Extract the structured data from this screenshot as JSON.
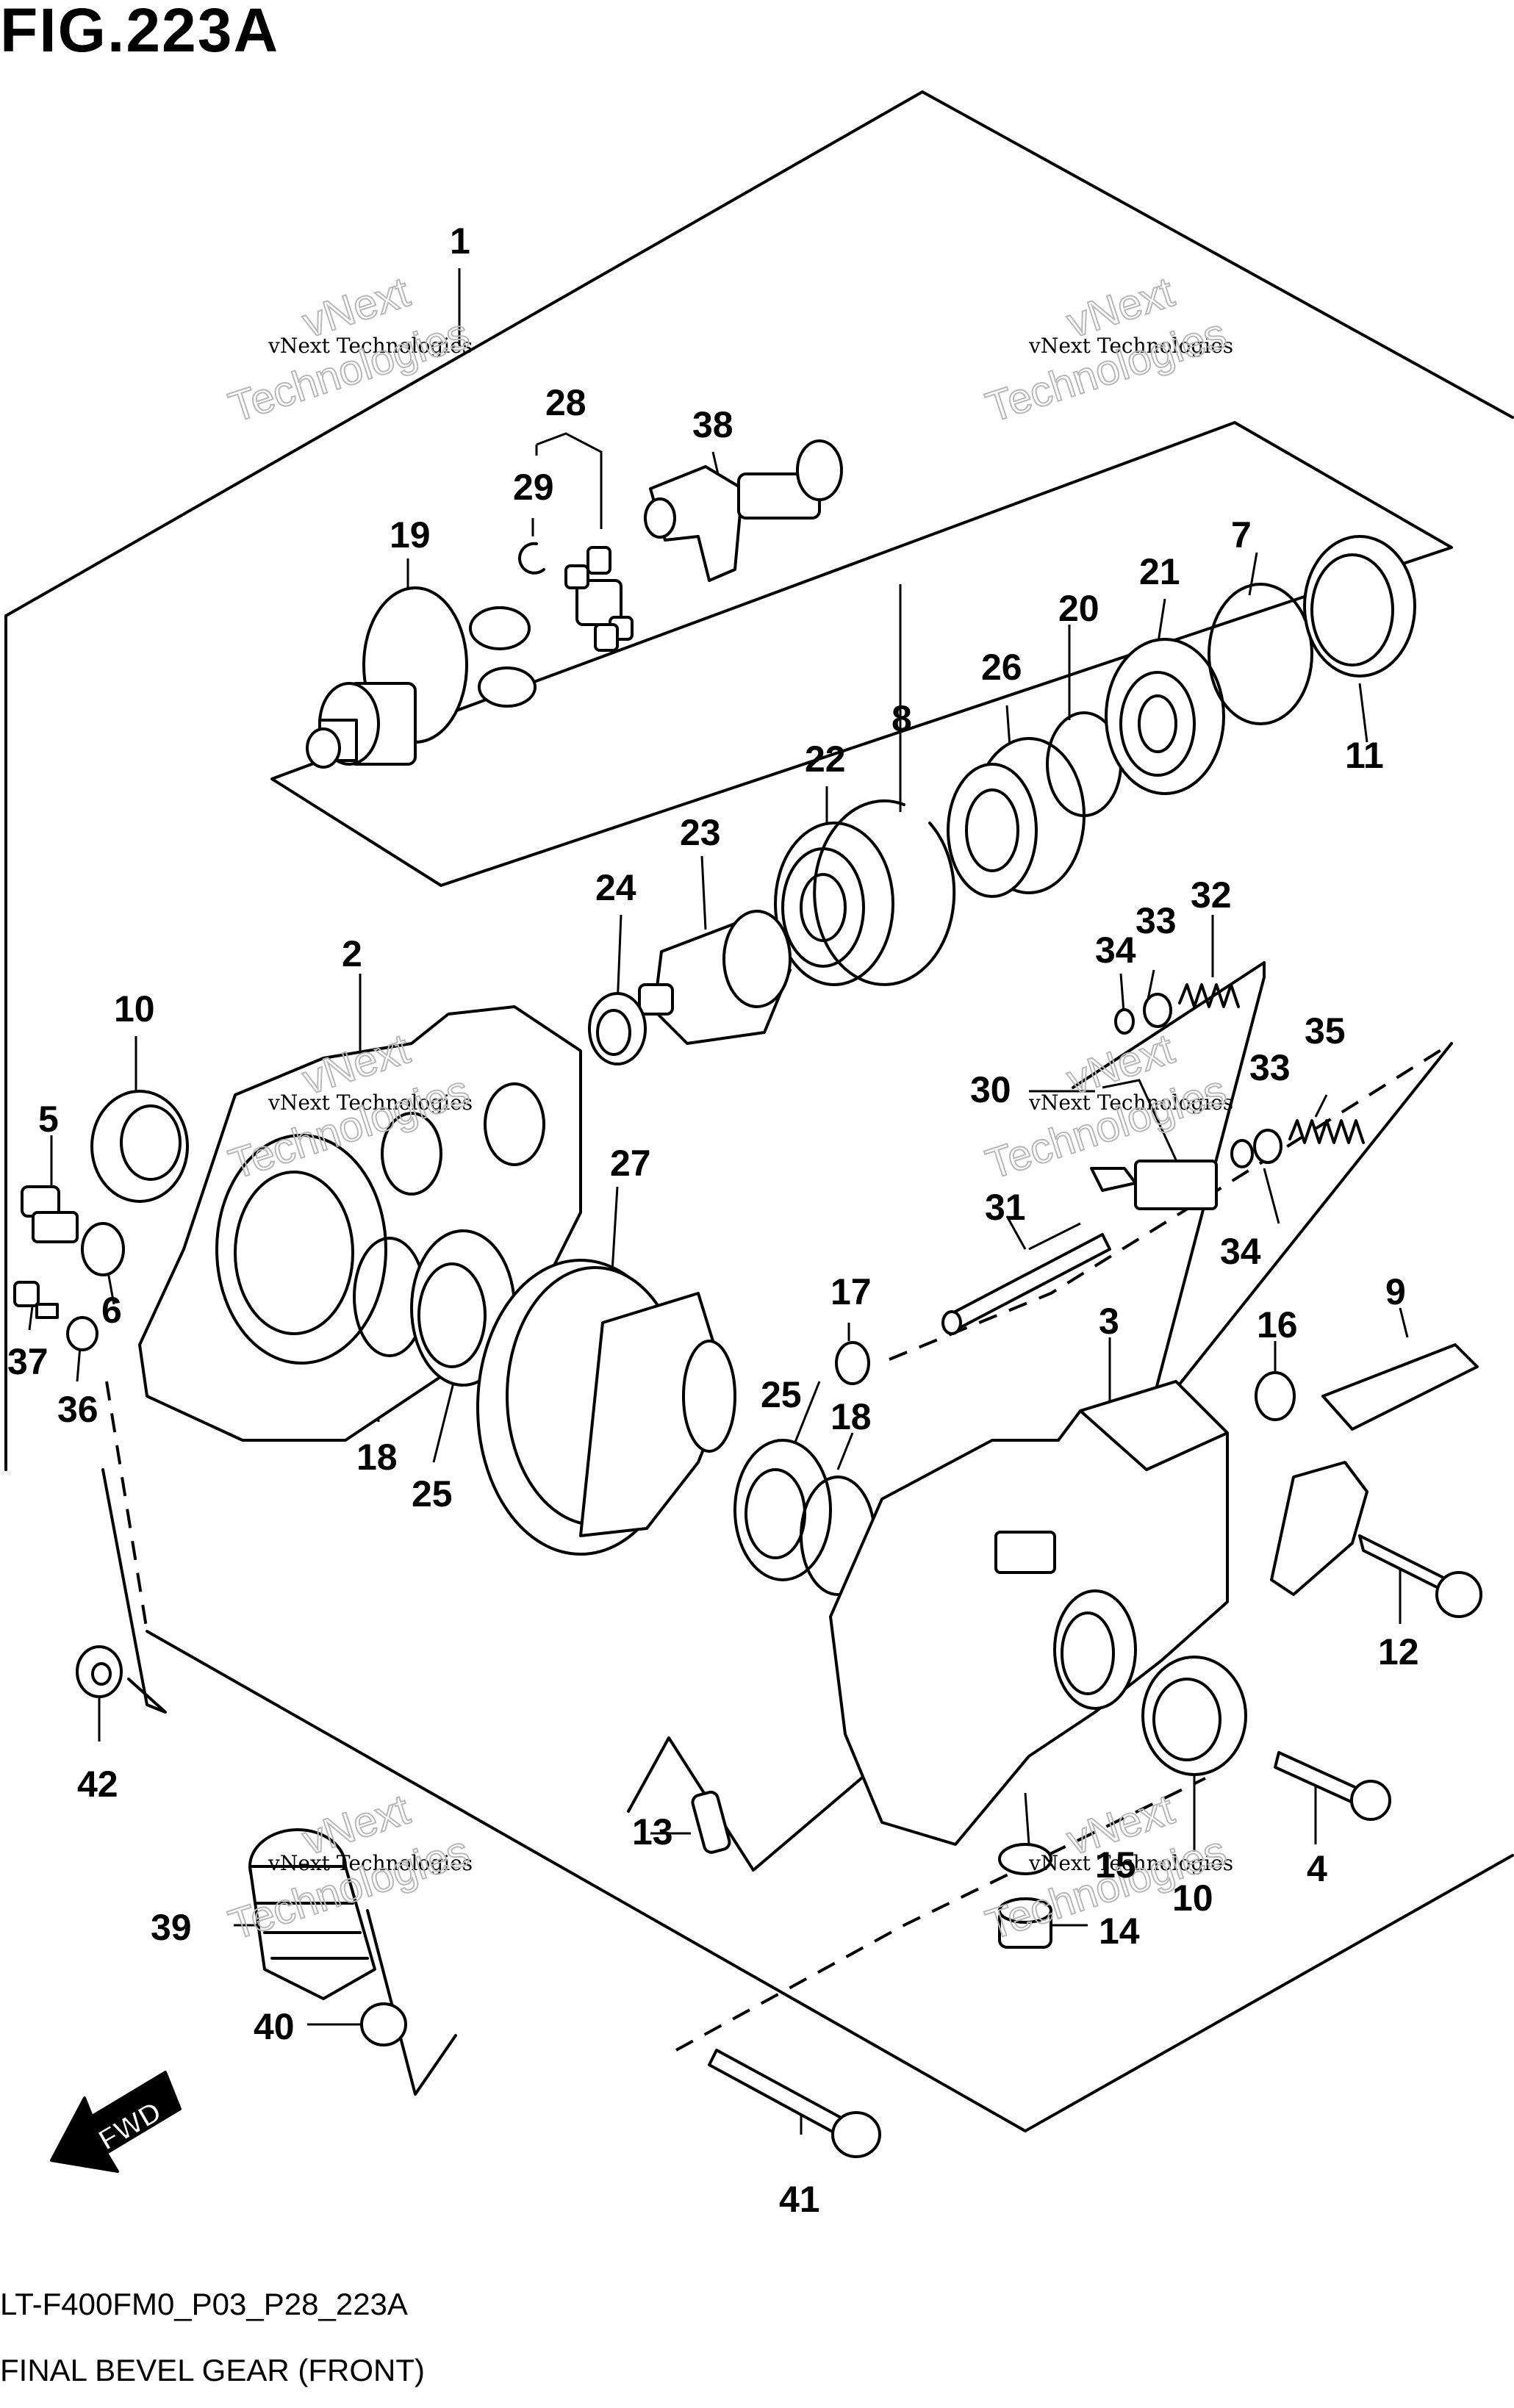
{
  "figure": {
    "title": "FIG.223A",
    "code": "LT-F400FM0_P03_P28_223A",
    "name": "FINAL BEVEL GEAR (FRONT)"
  },
  "watermark": {
    "line1": "vNext Technologies",
    "line2": "vNext",
    "line3": "Technologies"
  },
  "fwd_label": "FWD",
  "callouts": [
    "1",
    "2",
    "3",
    "4",
    "5",
    "6",
    "7",
    "8",
    "9",
    "10",
    "11",
    "12",
    "13",
    "14",
    "15",
    "16",
    "17",
    "18",
    "19",
    "20",
    "21",
    "22",
    "23",
    "24",
    "25",
    "26",
    "27",
    "28",
    "29",
    "30",
    "31",
    "32",
    "33",
    "34",
    "35",
    "36",
    "37",
    "38",
    "39",
    "40",
    "41",
    "42"
  ]
}
